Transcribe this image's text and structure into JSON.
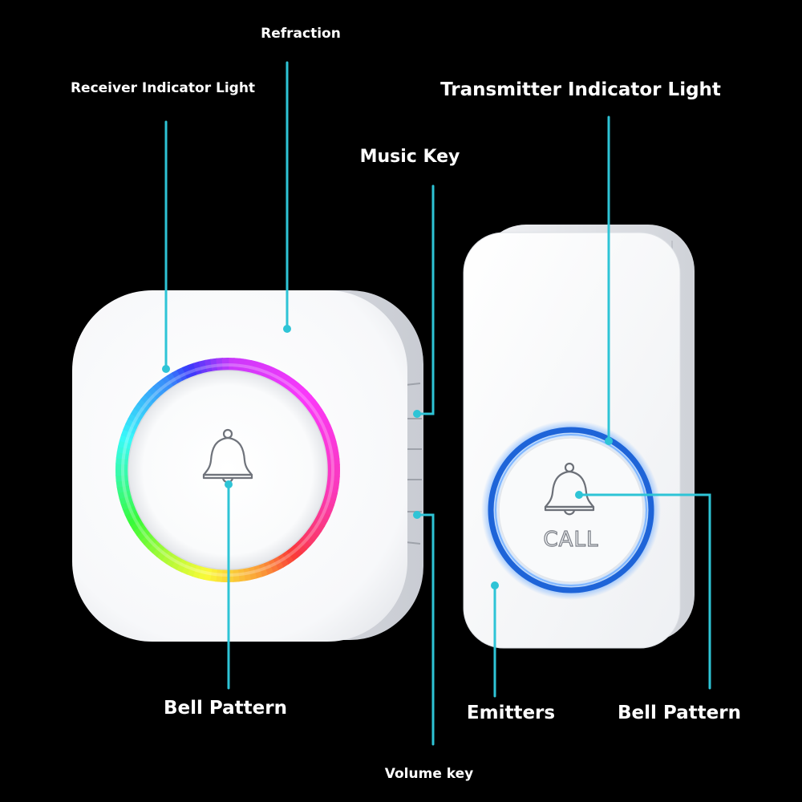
{
  "labels": {
    "refraction": "Refraction",
    "receiver_indicator_light": "Receiver Indicator Light",
    "music_key": "Music Key",
    "transmitter_indicator_light": "Transmitter Indicator Light",
    "bell_pattern_receiver": "Bell Pattern",
    "emitters": "Emitters",
    "bell_pattern_transmitter": "Bell Pattern",
    "volume_key": "Volume key"
  },
  "transmitter": {
    "button_text": "CALL"
  },
  "colors": {
    "background": "#000000",
    "leader_line": "#2ec4d6",
    "device_body": "#ffffff",
    "transmitter_ring": "#1e64d8",
    "label_text": "#ffffff"
  },
  "icons": [
    "bell-icon"
  ]
}
